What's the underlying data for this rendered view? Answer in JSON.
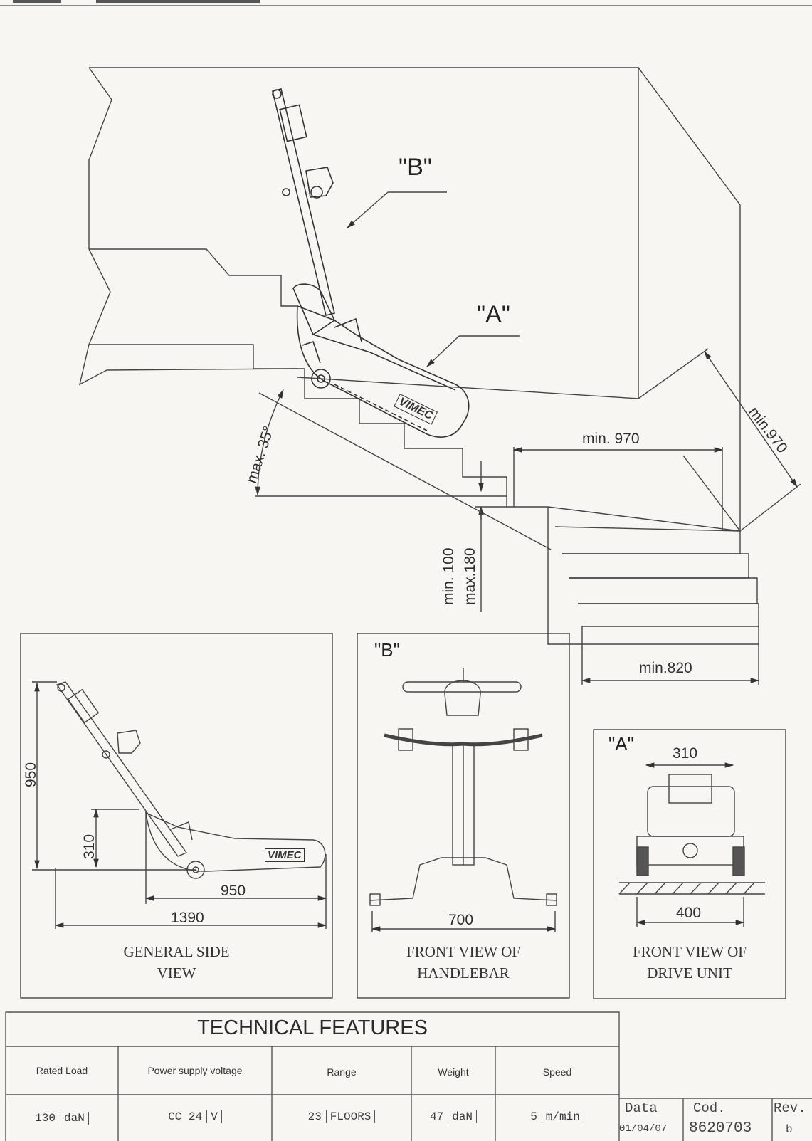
{
  "callouts": {
    "b_main": "\"B\"",
    "a_main": "\"A\"",
    "b_panel": "\"B\"",
    "a_panel": "\"A\""
  },
  "dimensions": {
    "max_angle": "max. 35°",
    "min_970_horizontal": "min. 970",
    "min_970_diagonal": "min.970",
    "min_100": "min. 100",
    "max_180": "max.180",
    "min_820": "min.820",
    "side_950_vertical": "950",
    "side_310": "310",
    "side_950_horizontal": "950",
    "side_1390": "1390",
    "handlebar_700": "700",
    "drive_310": "310",
    "drive_400": "400"
  },
  "views": {
    "side": {
      "caption_line1": "GENERAL SIDE",
      "caption_line2": "VIEW"
    },
    "handlebar": {
      "caption_line1": "FRONT VIEW OF",
      "caption_line2": "HANDLEBAR"
    },
    "drive": {
      "caption_line1": "FRONT VIEW OF",
      "caption_line2": "DRIVE UNIT"
    }
  },
  "brand": "VIMEC",
  "technical_features": {
    "title": "TECHNICAL FEATURES",
    "columns": [
      {
        "header": "Rated Load",
        "value": "130",
        "unit": "daN"
      },
      {
        "header": "Power supply voltage",
        "value": "CC 24",
        "unit": "V"
      },
      {
        "header": "Range",
        "value": "23",
        "unit": "FLOORS"
      },
      {
        "header": "Weight",
        "value": "47",
        "unit": "daN"
      },
      {
        "header": "Speed",
        "value": "5",
        "unit": "m/min"
      }
    ]
  },
  "title_block": {
    "data_label": "Data",
    "data_value": "01/04/07",
    "cod_label": "Cod.",
    "cod_value": "8620703",
    "rev_label": "Rev.",
    "rev_value": "b"
  }
}
